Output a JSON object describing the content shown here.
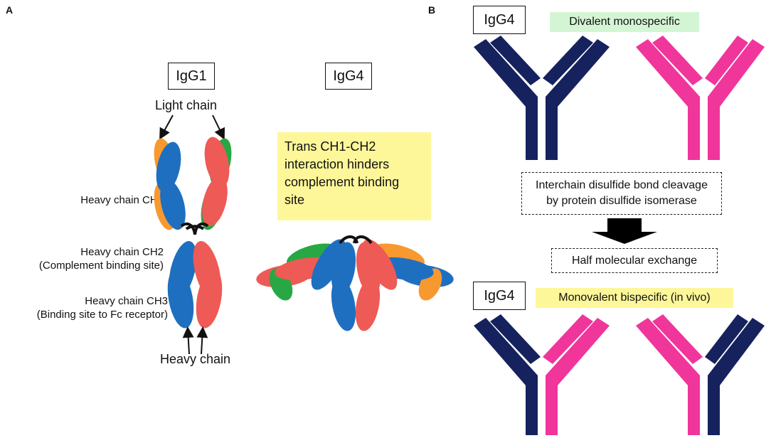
{
  "panelA": {
    "letter": "A",
    "igg1_title": "IgG1",
    "igg4_title": "IgG4",
    "light_chain_label": "Light chain",
    "heavy_ch1_label": "Heavy chain CH1",
    "heavy_ch2_label_line1": "Heavy chain CH2",
    "heavy_ch2_label_line2": "(Complement binding site)",
    "heavy_ch3_label_line1": "Heavy chain CH3",
    "heavy_ch3_label_line2": "(Binding site to Fc receptor)",
    "heavy_chain_label": "Heavy chain",
    "note_line1": "Trans CH1-CH2",
    "note_line2": "interaction hinders",
    "note_line3": "complement binding",
    "note_line4": "site"
  },
  "panelB": {
    "letter": "B",
    "top_title": "IgG4",
    "top_tag": "Divalent monospecific",
    "step1_line1": "Interchain disulfide bond cleavage",
    "step1_line2": "by protein disulfide isomerase",
    "step2": "Half molecular exchange",
    "bottom_title": "IgG4",
    "bottom_tag": "Monovalent bispecific (in vivo)"
  },
  "colors": {
    "blue_domain": "#1f6fc0",
    "red_domain": "#ee5a55",
    "orange_domain": "#f7992f",
    "green_domain": "#27a844",
    "navy_antibody": "#15225e",
    "pink_antibody": "#f0359b",
    "note_yellow": "#fdf79a",
    "tag_green": "#d4f5d4"
  }
}
